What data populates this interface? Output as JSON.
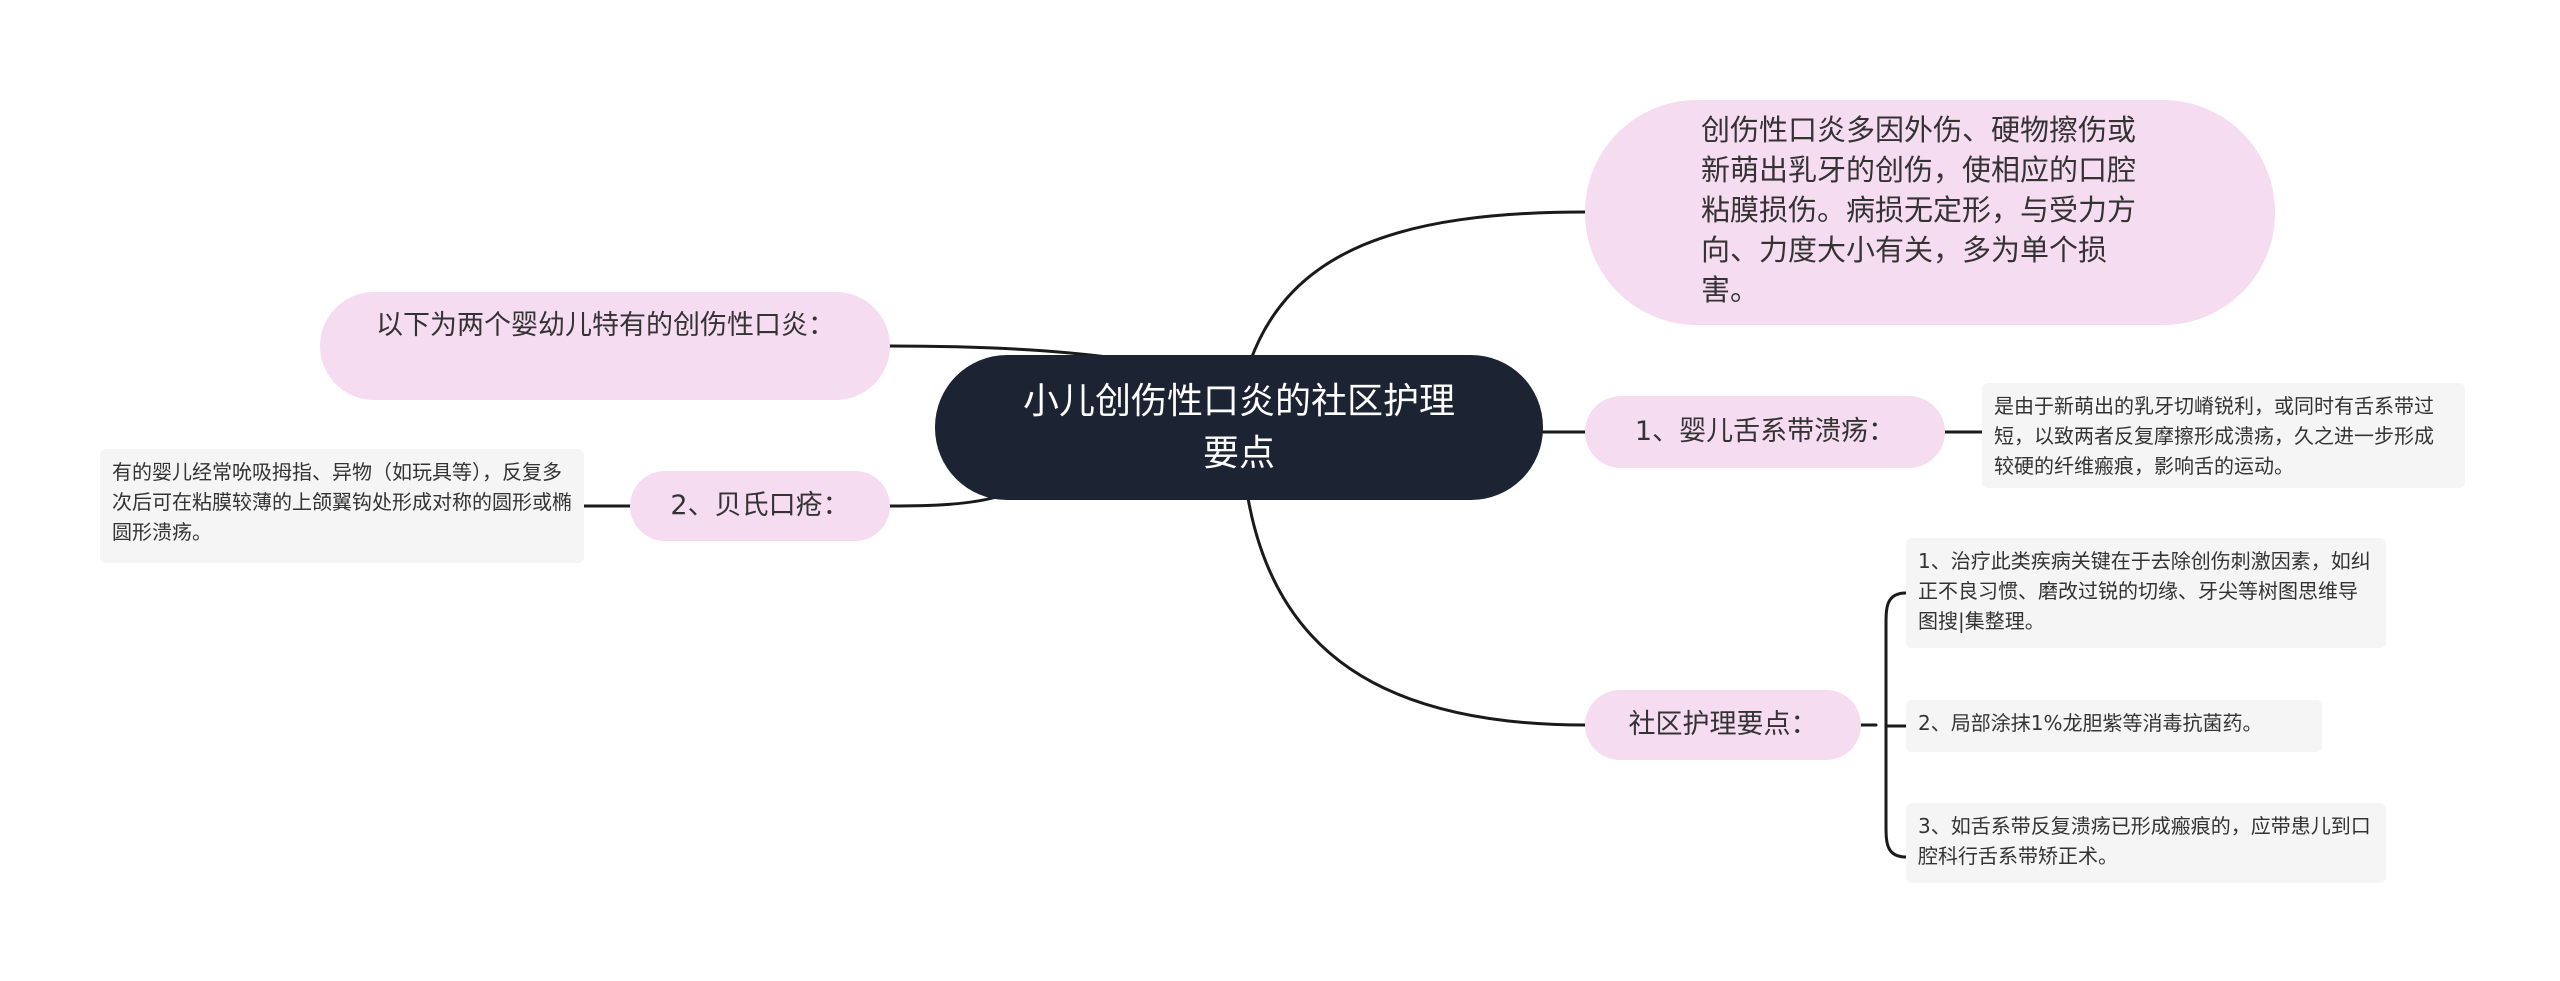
{
  "central_topic": "小儿创伤性口炎的社区护理要点",
  "branches": {
    "description": "创伤性口炎多因外伤、硬物擦伤或新萌出乳牙的创伤，使相应的口腔粘膜损伤。病损无定形，与受力方向、力度大小有关，多为单个损害。",
    "intro": "以下为两个婴幼儿特有的创伤性口炎：",
    "tongue_ulcer": {
      "label": "1、婴儿舌系带溃疡：",
      "detail": "是由于新萌出的乳牙切嵴锐利，或同时有舌系带过短，以致两者反复摩擦形成溃疡，久之进一步形成较硬的纤维瘢痕，影响舌的运动。"
    },
    "bednar": {
      "label": "2、贝氏口疮：",
      "detail": "有的婴儿经常吮吸拇指、异物（如玩具等），反复多次后可在粘膜较薄的上颌翼钩处形成对称的圆形或椭圆形溃疡。"
    },
    "care": {
      "label": "社区护理要点：",
      "items": [
        "1、治疗此类疾病关键在于去除创伤刺激因素，如纠正不良习惯、磨改过锐的切缘、牙尖等树图思维导图搜|集整理。",
        "2、局部涂抹1%龙胆紫等消毒抗菌药。",
        "3、如舌系带反复溃疡已形成瘢痕的，应带患儿到口腔科行舌系带矫正术。"
      ]
    }
  },
  "colors": {
    "central_fill": "#1c2433",
    "branch_fill": "#f6dcf0",
    "leaf_fill": "#f5f5f5",
    "connector": "#1a1a1a"
  }
}
